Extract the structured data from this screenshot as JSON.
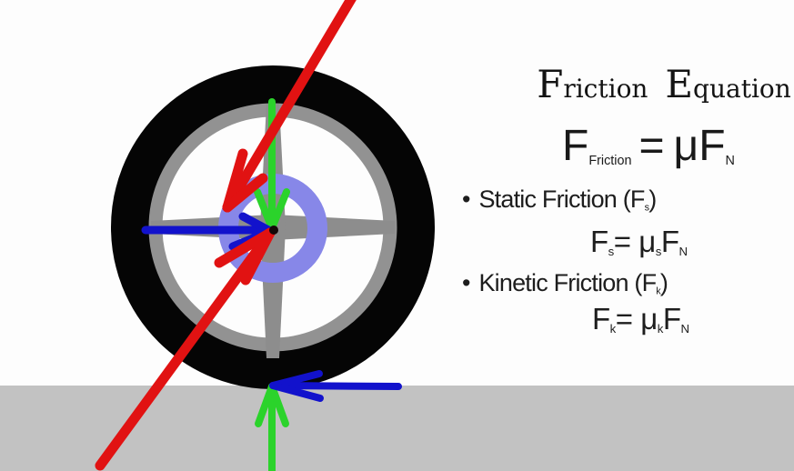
{
  "title": {
    "word1": "Friction",
    "word2": "Equation"
  },
  "main_equation": {
    "f": "F",
    "f_sub": "Friction",
    "equals": "=",
    "mu_f": "μF",
    "n_sub": "N"
  },
  "static_section": {
    "bullet": "•",
    "label_pre": "Static Friction (F",
    "label_sub": "s",
    "label_post": ")",
    "eq": {
      "f": "F",
      "f_sub": "s",
      "equals_mu": "= μ",
      "mu_sub": "s",
      "f2": "F",
      "f2_sub": "N"
    }
  },
  "kinetic_section": {
    "bullet": "•",
    "label_pre": "Kinetic Friction (F",
    "label_sub": "k",
    "label_post": ")",
    "eq": {
      "f": "F",
      "f_sub": "k",
      "equals_mu": "= μ",
      "mu_sub": "k",
      "f2": "F",
      "f2_sub": "N"
    }
  },
  "diagram": {
    "colors": {
      "tire": "#050505",
      "rim": "#929292",
      "spoke": "#8d8d8d",
      "hub": "#8787e8",
      "ground": "#c2c2c2",
      "red_arrow": "#e11212",
      "green_arrow": "#2bd32b",
      "blue_arrow": "#1212cc",
      "axle_dot": "#140808"
    }
  }
}
